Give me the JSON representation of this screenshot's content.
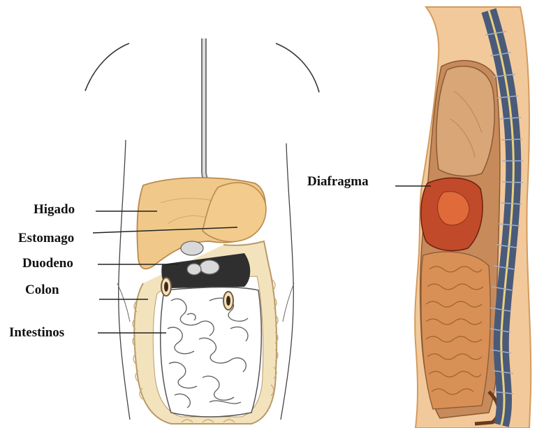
{
  "labels": {
    "higado": "Higado",
    "estomago": "Estomago",
    "duodeno": "Duodeno",
    "colon": "Colon",
    "intestinos": "Intestinos",
    "diafragma": "Diafragma"
  },
  "colors": {
    "liver": "#f0c98a",
    "skin": "#f2c99a",
    "intestine": "#ffffff",
    "colon": "#f3e3bd",
    "spine": "#4a5a7a",
    "line": "#222222"
  }
}
